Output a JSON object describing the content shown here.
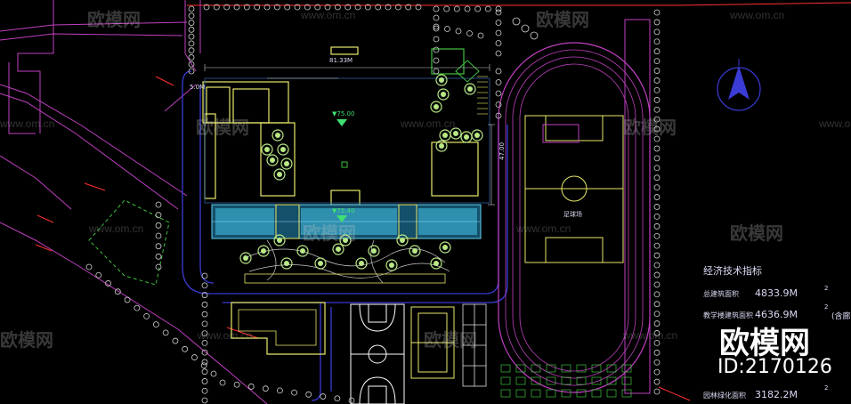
{
  "watermark": {
    "brand": "欧模网",
    "url": "www.om.cn",
    "id_text": "ID:2170126"
  },
  "plan_labels": {
    "dim_top": "81.33M",
    "dim_right": "47.00",
    "dim_side": "5.0M",
    "elev_north": "▼75.00",
    "elev_center": "▼75.40",
    "field_label": "足球场"
  },
  "tech_table": {
    "title": "经济技术指标",
    "rows": [
      {
        "label": "总建筑面积",
        "value": "4833.9M",
        "unit": "2",
        "note": ""
      },
      {
        "label": "教学楼建筑面积",
        "value": "4636.9M",
        "unit": "2",
        "note": "(含廊)"
      },
      {
        "label": "",
        "value": "",
        "unit": "",
        "note": ""
      },
      {
        "label": "",
        "value": "",
        "unit": "",
        "note": ""
      },
      {
        "label": "园林绿化面积",
        "value": "3182.2M",
        "unit": "2",
        "note": ""
      }
    ]
  },
  "colors": {
    "background": "#000000",
    "tree_green": "#b8e986",
    "building_yellow": "#e8e86a",
    "pink_line": "#c040c0",
    "red_line": "#ff3030",
    "cyan_roof": "#2f8fae",
    "blue_path": "#3b3bd6",
    "table_text": "#d9d9f5"
  }
}
